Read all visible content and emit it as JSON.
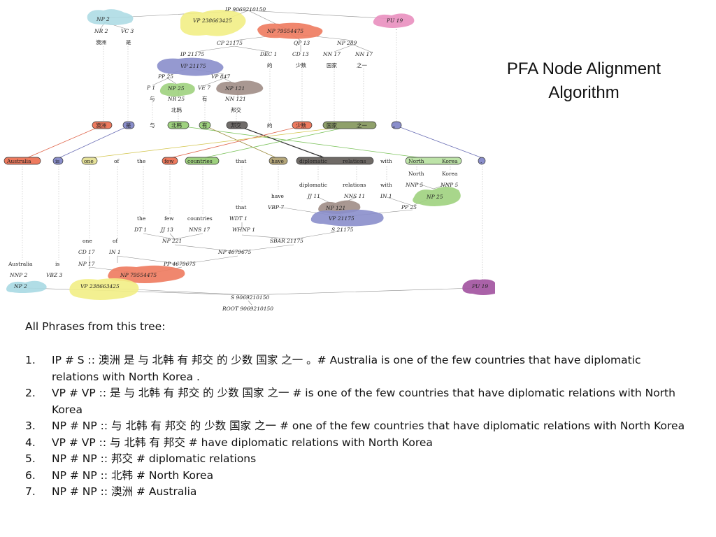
{
  "slide": {
    "title": "PFA Node Alignment Algorithm"
  },
  "colors": {
    "pink": "#e98fbf",
    "yellow": "#f2ee85",
    "orange": "#ee7a5e",
    "blue": "#8a8ecb",
    "green": "#9ed17e",
    "brown": "#a08d86",
    "purple": "#a55aa3",
    "cyan": "#a9d9e3",
    "line": "#9a9a9a"
  },
  "zh_tree": {
    "blob_labels": {
      "np2": "NP 2",
      "vp238663425": "VP 238663425",
      "np79554475": "NP 79554475",
      "pu19": "PU 19",
      "vp21175": "VP 21175",
      "np25": "NP 25",
      "np121": "NP 121"
    },
    "nodes": {
      "ip": "IP 9069210150",
      "nr2": "NR 2",
      "vc3": "VC 3",
      "cp": "CP 21175",
      "qp": "QP 13",
      "np289": "NP 289",
      "ip21175": "IP 21175",
      "dec1": "DEC 1",
      "cd13": "CD 13",
      "nn17a": "NN 17",
      "nn17b": "NN 17",
      "pp25": "PP 25",
      "vp847": "VP 847",
      "p1": "P 1",
      "nr25": "NR 25",
      "ve7": "VE 7",
      "nn121": "NN 121"
    },
    "words": {
      "aozhou": "澳洲",
      "shi": "是",
      "yu": "与",
      "beihan": "北韩",
      "you": "有",
      "bangjiao": "邦交",
      "de": "的",
      "shaoshu": "少数",
      "guojia": "国家",
      "zhiyi": "之一",
      "dot": "。"
    },
    "pu_dot": "˙"
  },
  "alignment": {
    "zh_pills": {
      "aozhou": "澳洲",
      "shi": "是",
      "yu": "与",
      "beihan": "北韩",
      "you": "有",
      "bangjiao": "邦交",
      "de": "的",
      "shaoshu": "少数",
      "guojia": "国家",
      "zhiyi": "之一",
      "dot": "。"
    },
    "en_pills": {
      "australia": "Australia",
      "is": "is",
      "one": "one",
      "of": "of",
      "the": "the",
      "few": "few",
      "countries": "countries",
      "that": "that",
      "have": "have",
      "diplomatic": "diplomatic",
      "relations": "relations",
      "with": "with",
      "north": "North",
      "korea": "Korea",
      "dot": "."
    }
  },
  "en_tree": {
    "words": {
      "north": "North",
      "korea": "Korea",
      "diplomatic": "diplomatic",
      "relations": "relations",
      "have": "have",
      "with": "with",
      "that": "that",
      "the": "the",
      "few": "few",
      "countries": "countries",
      "one": "one",
      "of": "of",
      "australia": "Australia",
      "is": "is"
    },
    "nodes": {
      "nnp5a": "NNP 5",
      "nnp5b": "NNP 5",
      "jj11": "JJ 11",
      "nns11": "NNS 11",
      "in1a": "IN 1",
      "vbp7": "VBP 7",
      "pp25": "PP 25",
      "s21175": "S 21175",
      "wdt1": "WDT 1",
      "whnp1": "WHNP 1",
      "dt1": "DT 1",
      "jj13": "JJ 13",
      "nns17": "NNS 17",
      "np221": "NP 221",
      "sbar": "SBAR 21175",
      "np4679675": "NP 4679675",
      "cd17": "CD 17",
      "in1b": "IN 1",
      "np17": "NP 17",
      "pp4679675": "PP 4679675",
      "nnp2": "NNP 2",
      "vbz3": "VBZ 3",
      "s": "S 9069210150",
      "root": "ROOT 9069210150"
    },
    "blob_labels": {
      "np25": "NP 25",
      "np121": "NP 121",
      "vp21175": "VP 21175",
      "np79554475": "NP 79554475",
      "np2": "NP 2",
      "vp238663425": "VP 238663425",
      "pu19": "PU 19"
    }
  },
  "phrases": {
    "heading": "All Phrases from this tree:",
    "items": [
      {
        "num": "1.",
        "text": "IP # S :: 澳洲 是 与 北韩 有 邦交 的 少数 国家 之一 。# Australia is one of the few countries that have diplomatic relations with North Korea ."
      },
      {
        "num": "2.",
        "text": "VP # VP :: 是 与 北韩 有 邦交 的 少数 国家 之一 # is one of the few countries that have diplomatic relations with North Korea"
      },
      {
        "num": "3.",
        "text": "NP # NP :: 与 北韩 有 邦交 的 少数 国家 之一 # one of the few countries that have diplomatic relations with North Korea"
      },
      {
        "num": "4.",
        "text": "VP # VP :: 与 北韩 有 邦交 # have diplomatic relations with North Korea"
      },
      {
        "num": "5.",
        "text": "NP # NP :: 邦交 # diplomatic relations"
      },
      {
        "num": "6.",
        "text": "NP # NP :: 北韩 # North Korea"
      },
      {
        "num": "7.",
        "text": "NP # NP :: 澳洲 # Australia"
      }
    ]
  }
}
